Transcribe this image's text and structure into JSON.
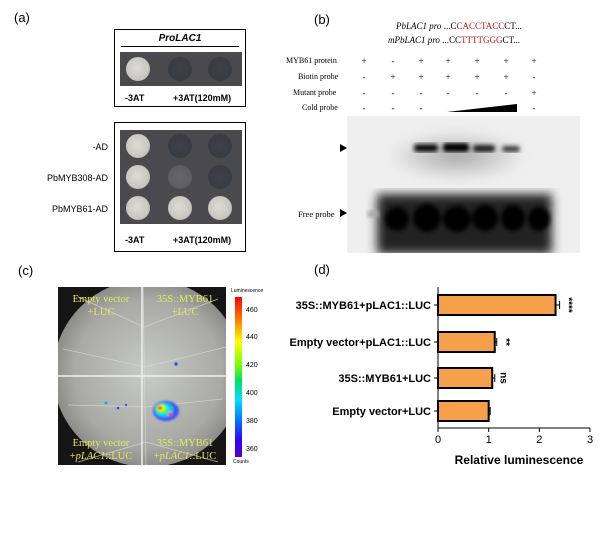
{
  "panels": {
    "a": "(a)",
    "b": "(b)",
    "c": "(c)",
    "d": "(d)"
  },
  "panel_a": {
    "title": "ProLAC1",
    "rows": [
      "-AD",
      "PbMYB308-AD",
      "PbMYB61-AD"
    ],
    "conditions": [
      "-3AT",
      "+3AT(120mM)"
    ]
  },
  "panel_b": {
    "seq_wt": {
      "gene": "PbLAC1",
      "pro": "pro",
      "pre": "...C",
      "motif": "CACCTACC",
      "post": "CT..."
    },
    "seq_mut": {
      "gene": "mPbLAC1",
      "pro": "pro",
      "pre": "...CC",
      "motif": "TTTTGGG",
      "post": "CT..."
    },
    "row_labels": [
      "MYB61 protein",
      "Biotin probe",
      "Mutant probe",
      "Cold probe"
    ],
    "row_values": [
      [
        "+",
        "-",
        "+",
        "+",
        "+",
        "+",
        "+"
      ],
      [
        "-",
        "+",
        "+",
        "+",
        "+",
        "+",
        "-"
      ],
      [
        "-",
        "-",
        "-",
        "-",
        "-",
        "-",
        "+"
      ],
      [
        "-",
        "-",
        "-",
        "",
        "",
        "",
        "-"
      ]
    ],
    "free_probe_label": "Free probe"
  },
  "panel_c": {
    "quadrants": {
      "tl": [
        "Empty vector",
        "+LUC"
      ],
      "tr": [
        "35S::MYB61",
        "+LUC"
      ],
      "bl": [
        "Empty vector",
        "+",
        "pLAC1",
        "::LUC"
      ],
      "br": [
        "35S::MYB61",
        "+",
        "pLAC1",
        "::LUC"
      ]
    },
    "colorbar": {
      "title": "Luminescence",
      "ticks": [
        "460",
        "440",
        "420",
        "400",
        "380",
        "360"
      ],
      "unit": "Counts"
    }
  },
  "chart_data": {
    "type": "bar",
    "orientation": "horizontal",
    "categories": [
      "35S::MYB61+pLAC1::LUC",
      "Empty vector+pLAC1::LUC",
      "35S::MYB61+LUC",
      "Empty vector+LUC"
    ],
    "values": [
      2.32,
      1.12,
      1.07,
      1.0
    ],
    "errors": [
      0.08,
      0.04,
      0.05,
      0.03
    ],
    "significance": [
      "****",
      "**",
      "ns",
      ""
    ],
    "xlabel": "Relative luminescence",
    "xlim": [
      0,
      3
    ],
    "xticks": [
      "0",
      "1",
      "2",
      "3"
    ],
    "bar_color": "#f7a04c"
  }
}
